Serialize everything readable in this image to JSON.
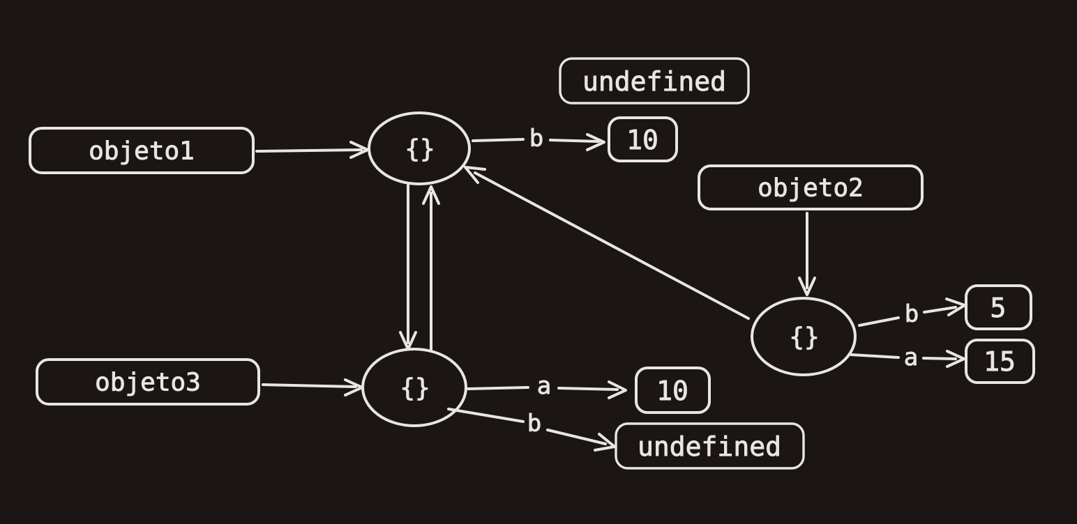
{
  "diagram": {
    "colors": {
      "background": "#1b1614",
      "ink": "#e8e6e3"
    },
    "variables": {
      "objeto1": {
        "label": "objeto1"
      },
      "objeto2": {
        "label": "objeto2"
      },
      "objeto3": {
        "label": "objeto3"
      }
    },
    "objects": {
      "object1": {
        "label": "{}"
      },
      "object2": {
        "label": "{}"
      },
      "object3": {
        "label": "{}"
      }
    },
    "properties": {
      "object1_b": {
        "label": "b",
        "value": "10"
      },
      "object2_b": {
        "label": "b",
        "value": "5"
      },
      "object2_a": {
        "label": "a",
        "value": "15"
      },
      "object3_a": {
        "label": "a",
        "value": "10"
      },
      "object3_b": {
        "label": "b",
        "value": "undefined"
      }
    },
    "floating": {
      "undefined_top": {
        "label": "undefined"
      }
    }
  }
}
